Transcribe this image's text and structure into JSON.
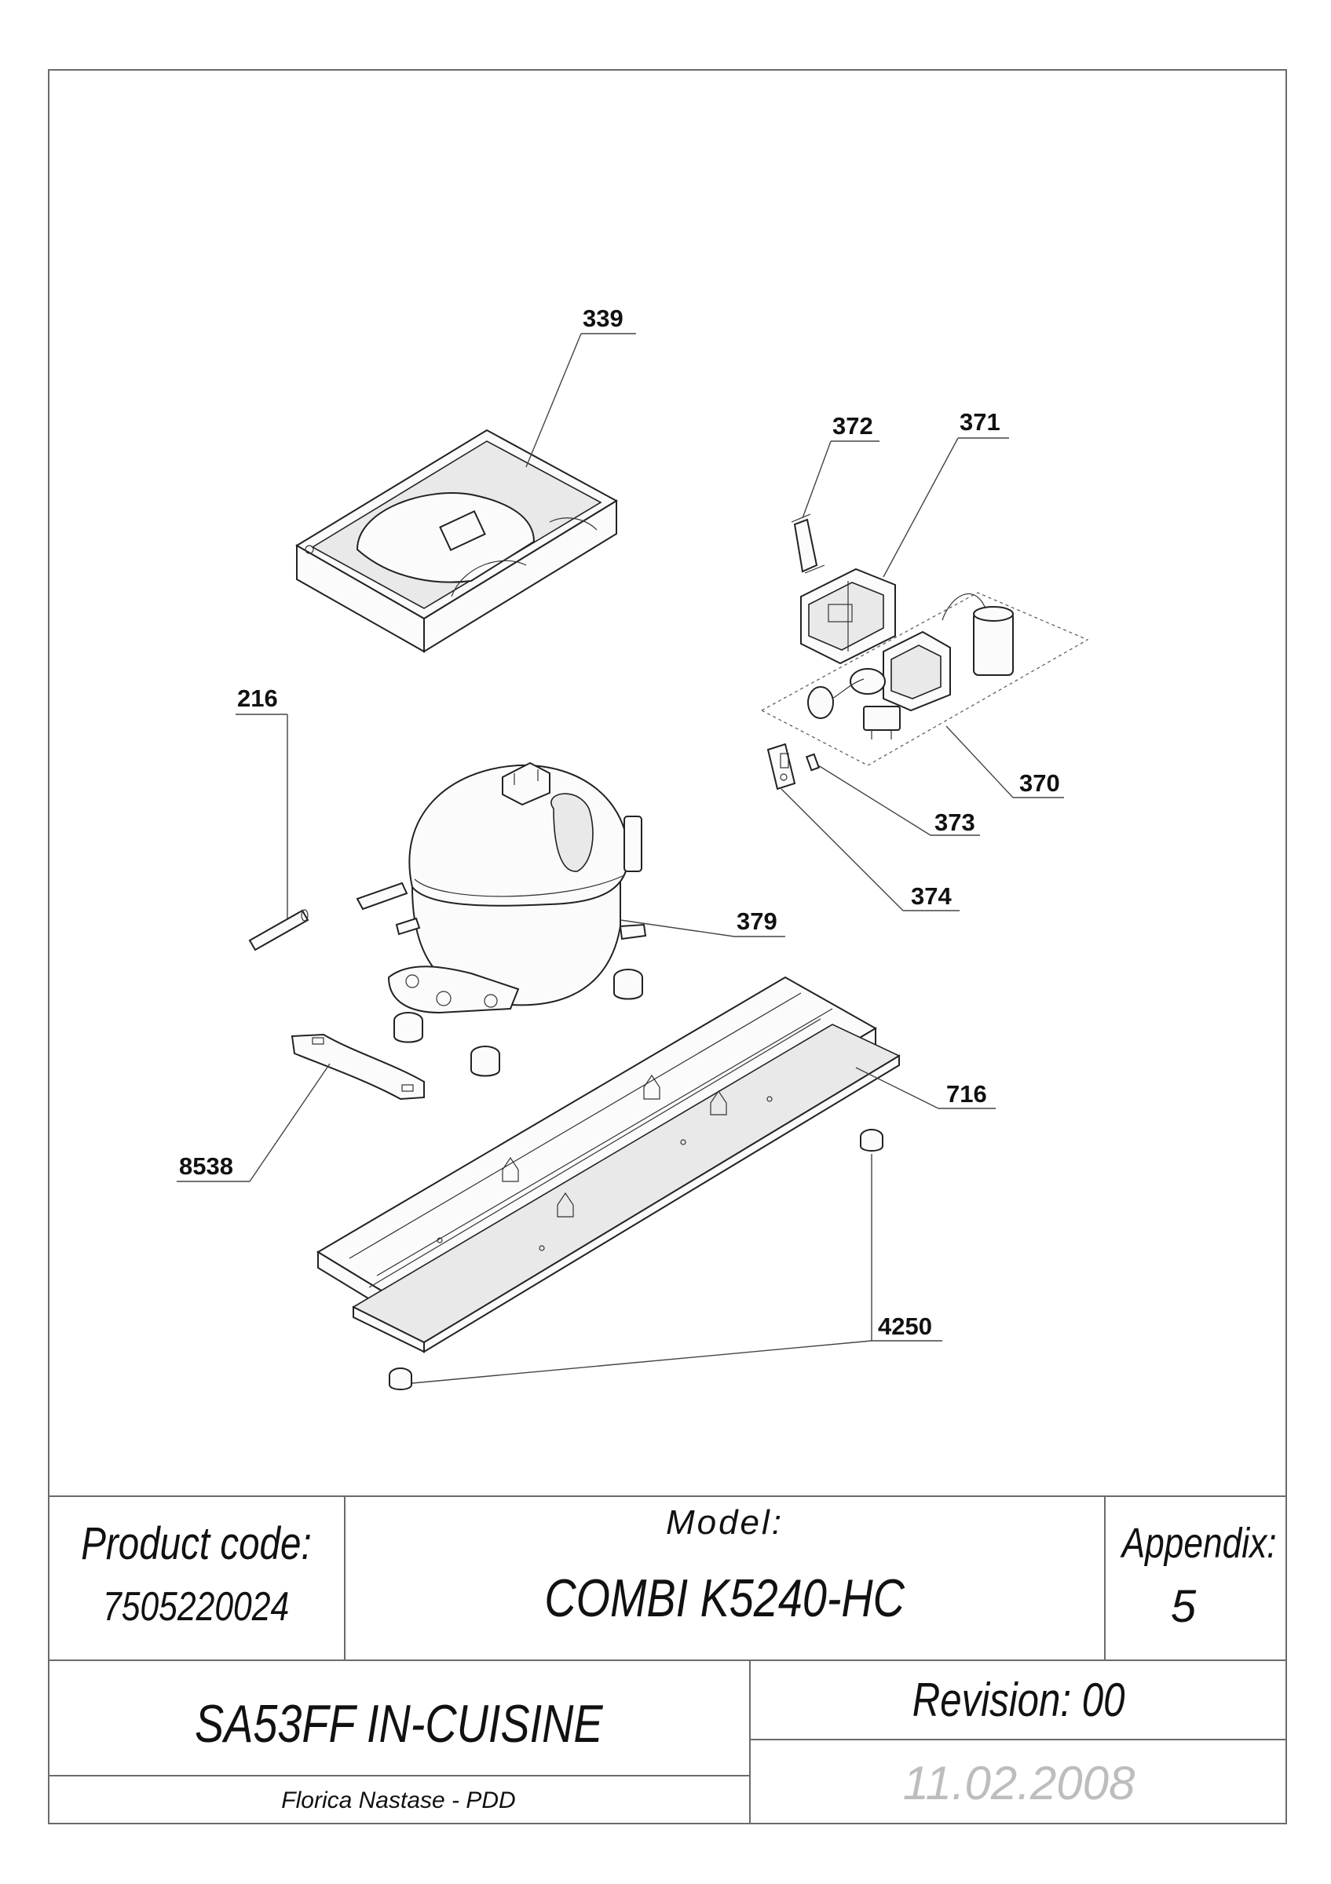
{
  "callouts": {
    "c339": "339",
    "c372": "372",
    "c371": "371",
    "c216": "216",
    "c370": "370",
    "c373": "373",
    "c374": "374",
    "c379": "379",
    "c716": "716",
    "c8538": "8538",
    "c4250": "4250"
  },
  "titleblock": {
    "product_code_label": "Product code:",
    "product_code": "7505220024",
    "model_label": "Model:",
    "model": "COMBI K5240-HC",
    "appendix_label": "Appendix:",
    "appendix": "5",
    "assembly": "SA53FF IN-CUISINE",
    "author": "Florica Nastase - PDD",
    "revision": "Revision: 00",
    "date": "11.02.2008"
  },
  "colors": {
    "line": "#222222",
    "frame": "#6b6b6b",
    "date_text": "#bdbdbd"
  }
}
